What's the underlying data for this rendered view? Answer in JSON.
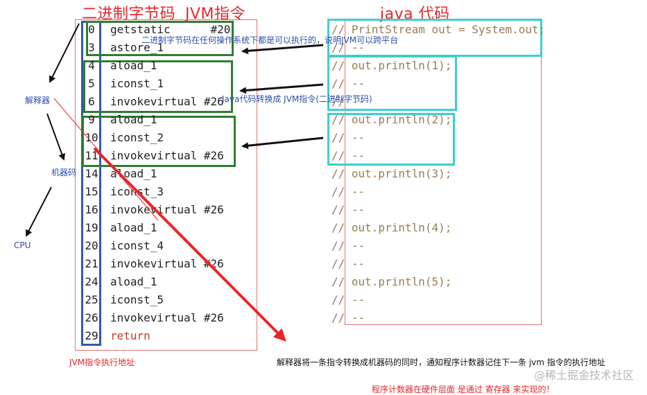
{
  "titles": {
    "bytecode_part1": "二进制字节码",
    "bytecode_part2": "JVM指令",
    "java_code": "java 代码"
  },
  "instructions": [
    {
      "offset": "0",
      "op": "getstatic      #20"
    },
    {
      "offset": "3",
      "op": "astore_1"
    },
    {
      "offset": "4",
      "op": "aload_1"
    },
    {
      "offset": "5",
      "op": "iconst_1"
    },
    {
      "offset": "6",
      "op": "invokevirtual #26"
    },
    {
      "offset": "9",
      "op": "aload_1"
    },
    {
      "offset": "10",
      "op": "iconst_2"
    },
    {
      "offset": "11",
      "op": "invokevirtual #26"
    },
    {
      "offset": "14",
      "op": "aload_1"
    },
    {
      "offset": "15",
      "op": "iconst_3"
    },
    {
      "offset": "16",
      "op": "invokevirtual #26"
    },
    {
      "offset": "19",
      "op": "aload_1"
    },
    {
      "offset": "20",
      "op": "iconst_4"
    },
    {
      "offset": "21",
      "op": "invokevirtual #26"
    },
    {
      "offset": "24",
      "op": "aload_1"
    },
    {
      "offset": "25",
      "op": "iconst_5"
    },
    {
      "offset": "26",
      "op": "invokevirtual #26"
    },
    {
      "offset": "29",
      "op": "return"
    }
  ],
  "comments": [
    "// PrintStream out = System.out;",
    "// --",
    "// out.println(1);",
    "// --",
    "// --",
    "// out.println(2);",
    "// --",
    "// --",
    "// out.println(3);",
    "// --",
    "// --",
    "// out.println(4);",
    "// --",
    "// --",
    "// out.println(5);",
    "// --",
    "// --",
    ""
  ],
  "notes": {
    "cross_platform": "二进制字节码在任何操作系统下都是可以执行的，说明JVM可以跨平台",
    "java_to_jvm": "Java代码转换成 JVM指令(二进制字节码)",
    "interpreter": "解释器",
    "machine_code": "机器码",
    "cpu": "CPU",
    "jvm_exec_address": "JVM指令执行地址",
    "interpreter_desc": "解释器将一条指令转换成机器码的同时，通知程序计数器记住下一条 jvm 指令的执行地址",
    "pc_register": "程序计数器在硬件层面 是通过 寄存器 来实现的！"
  },
  "watermark": "@稀土掘金技术社区",
  "colors": {
    "red": "#e8262a",
    "green": "#2e7d32",
    "cyan": "#3ccfcf",
    "blue": "#2c4fa8",
    "dark": "#111111",
    "comment": "#9a7a55"
  }
}
